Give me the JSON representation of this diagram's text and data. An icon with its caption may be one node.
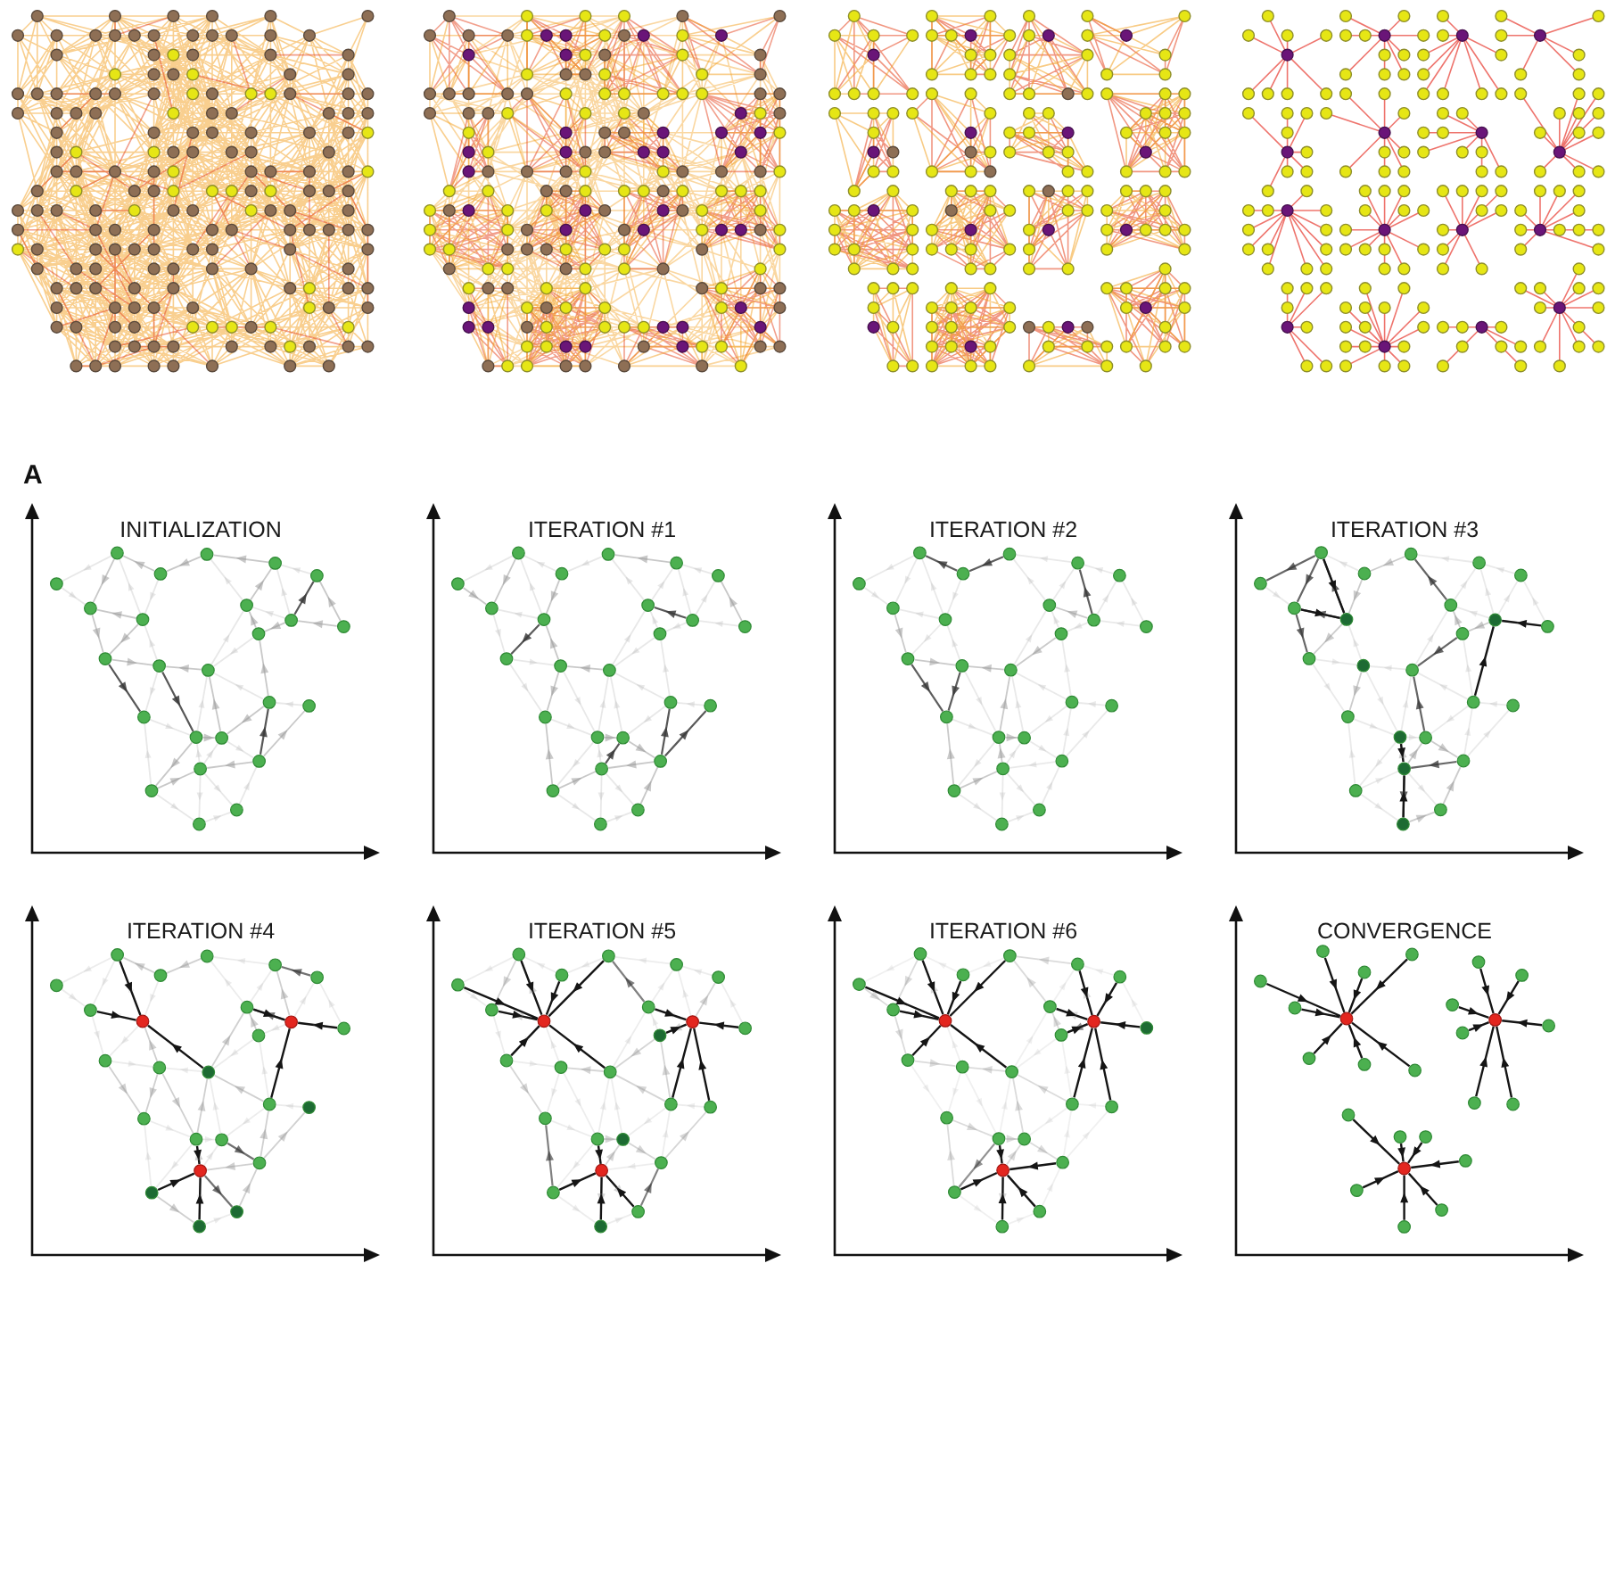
{
  "diagram": {
    "labels": [
      "A",
      "INITIALIZATION",
      "ITERATION #1",
      "ITERATION #2",
      "ITERATION #3",
      "ITERATION #4",
      "ITERATION #5",
      "ITERATION #6",
      "CONVERGENCE"
    ]
  }
}
